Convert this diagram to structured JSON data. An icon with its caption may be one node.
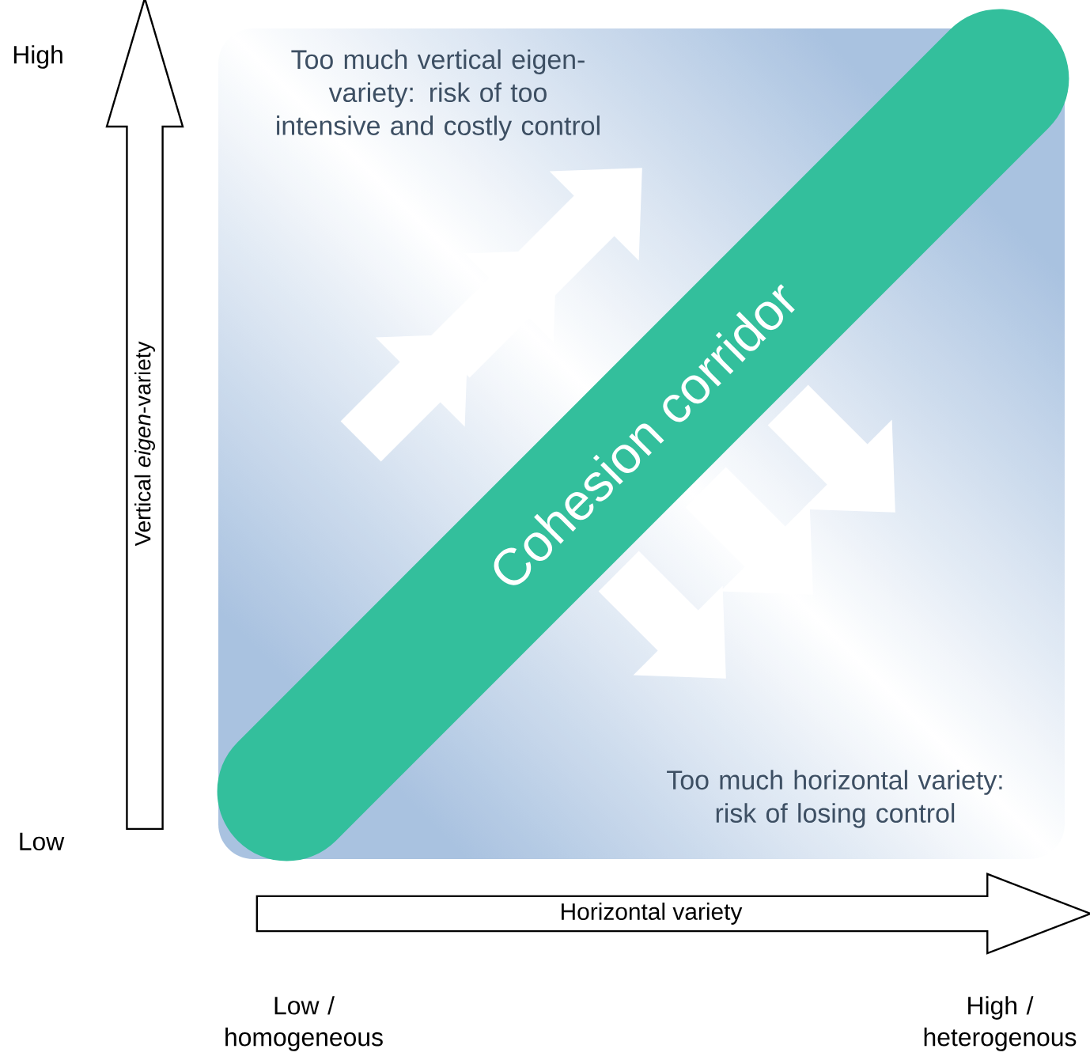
{
  "diagram": {
    "nodes": [
      {
        "text": [
          "Cohesion corridor"
        ]
      },
      {
        "text": [
          "Vertical *eigen*-variety"
        ]
      },
      {
        "text": [
          "Horizontal variety"
        ]
      }
    ],
    "labels": [
      "High",
      "Too much vertical eigen-variety: risk of too intensive and costly control",
      "Low",
      "Too much horizontal variety: risk of losing control",
      "Low / homogeneous",
      "High / heterogenous"
    ]
  }
}
